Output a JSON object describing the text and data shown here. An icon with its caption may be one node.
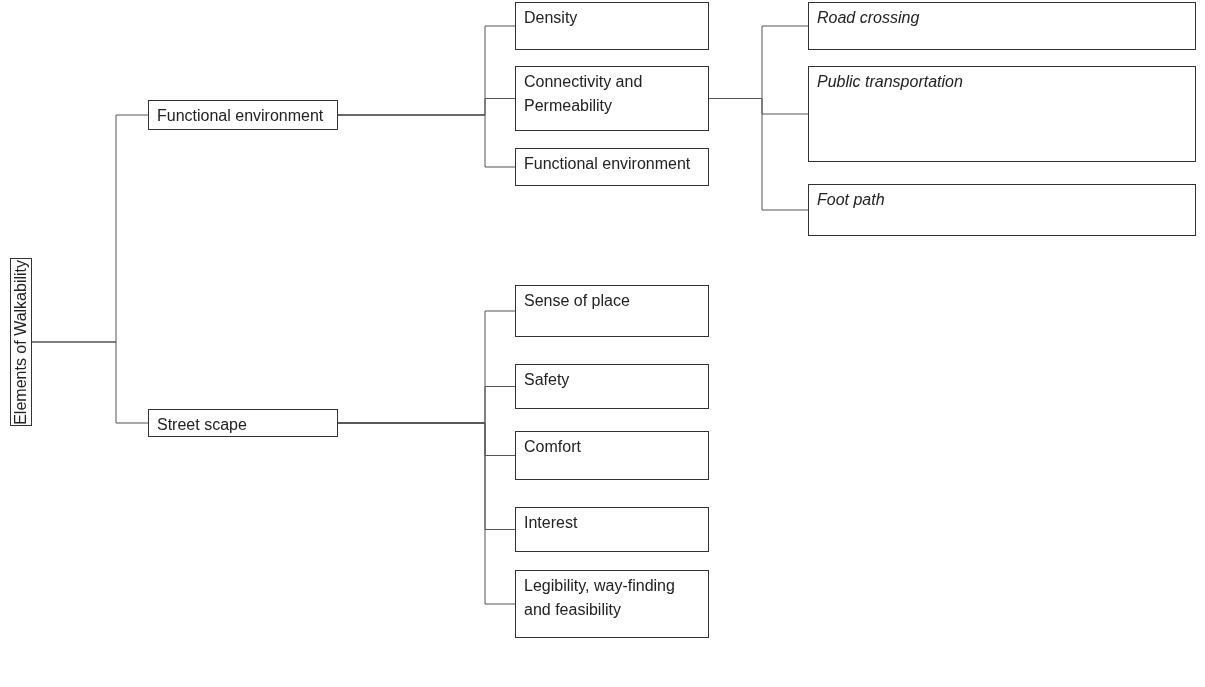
{
  "diagram": {
    "nodes": [
      {
        "text": [
          "Elements of Walkability"
        ]
      },
      {
        "text": [
          "Functional environment"
        ]
      },
      {
        "text": [
          "Street scape"
        ]
      },
      {
        "text": [
          "Density"
        ]
      },
      {
        "text": [
          "Connectivity and Permeability"
        ]
      },
      {
        "text": [
          "Functional environment"
        ]
      },
      {
        "text": [
          "Road crossing"
        ]
      },
      {
        "text": [
          "Public transportation"
        ]
      },
      {
        "text": [
          "Foot path"
        ]
      },
      {
        "text": [
          "Sense of place"
        ]
      },
      {
        "text": [
          "Safety"
        ]
      },
      {
        "text": [
          "Comfort"
        ]
      },
      {
        "text": [
          "Interest"
        ]
      },
      {
        "text": [
          "Legibility, way-finding and feasibility"
        ]
      }
    ],
    "edges": [
      {
        "from": 0,
        "to": 1,
        "arrow": "none"
      },
      {
        "from": 0,
        "to": 2,
        "arrow": "none"
      },
      {
        "from": 1,
        "to": 3,
        "arrow": "none"
      },
      {
        "from": 1,
        "to": 4,
        "arrow": "none"
      },
      {
        "from": 1,
        "to": 5,
        "arrow": "none"
      },
      {
        "from": 4,
        "to": 6,
        "arrow": "none"
      },
      {
        "from": 4,
        "to": 7,
        "arrow": "none"
      },
      {
        "from": 4,
        "to": 8,
        "arrow": "none"
      },
      {
        "from": 2,
        "to": 9,
        "arrow": "none"
      },
      {
        "from": 2,
        "to": 10,
        "arrow": "none"
      },
      {
        "from": 2,
        "to": 11,
        "arrow": "none"
      },
      {
        "from": 2,
        "to": 12,
        "arrow": "none"
      },
      {
        "from": 2,
        "to": 13,
        "arrow": "none"
      }
    ]
  }
}
